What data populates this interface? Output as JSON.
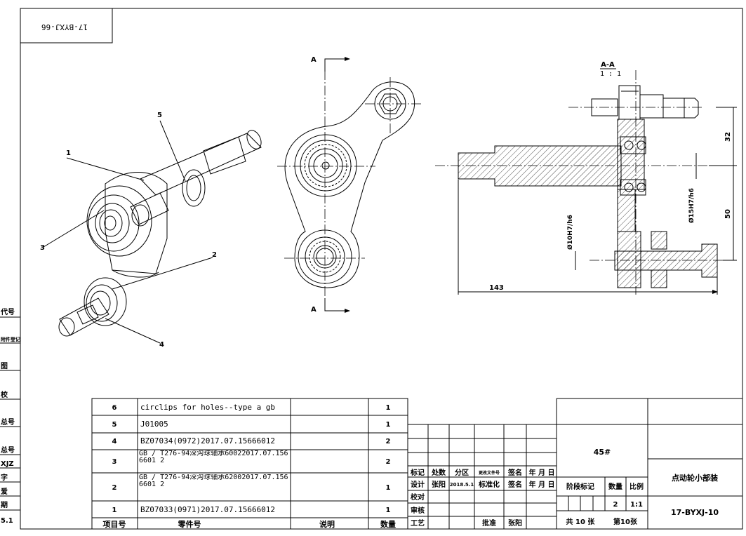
{
  "drawing": {
    "rotated_code": "17-BYXJ-66",
    "section_marker": "A",
    "section_title": "A-A",
    "section_scale": "1 : 1",
    "callouts": [
      "1",
      "2",
      "3",
      "4",
      "5"
    ],
    "dimensions": {
      "d32": "32",
      "d50": "50",
      "d143": "143",
      "fit_small": "Ø10H7/h6",
      "fit_large": "Ø15H7/h6"
    },
    "left_margin_labels": [
      "代号",
      "附件登记",
      "图",
      "校",
      "总号",
      "总号",
      "XJZ",
      "字",
      "爱",
      "期",
      "5.1"
    ]
  },
  "bom": {
    "headers": [
      "项目号",
      "零件号",
      "说明",
      "数量"
    ],
    "rows": [
      {
        "no": "6",
        "part": "circlips for holes--type a gb",
        "desc": "",
        "qty": "1"
      },
      {
        "no": "5",
        "part": "J01005",
        "desc": "",
        "qty": "1"
      },
      {
        "no": "4",
        "part": "BZ07034(0972)2017.07.15666012",
        "desc": "",
        "qty": "2"
      },
      {
        "no": "3",
        "part": "GB / T276-94深沟球轴承60022017.07.1566601 2",
        "desc": "",
        "qty": "2"
      },
      {
        "no": "2",
        "part": "GB / T276-94深沟球轴承62002017.07.1566601 2",
        "desc": "",
        "qty": "1"
      },
      {
        "no": "1",
        "part": "BZ07033(0971)2017.07.15666012",
        "desc": "",
        "qty": "1"
      }
    ]
  },
  "title_block": {
    "material": "45#",
    "drawing_name": "点动轮小部装",
    "drawing_number": "17-BYXJ-10",
    "rev_headers": [
      "标记",
      "处数",
      "分区",
      "更改文件号",
      "签名",
      "年 月 日"
    ],
    "row_design": [
      "设计",
      "张阳",
      "2018.5.1",
      "标准化",
      "签名",
      "年 月 日"
    ],
    "row_check": "校对",
    "row_review": "审核",
    "row_process": [
      "工艺",
      "批准",
      "张阳"
    ],
    "stage_label": "阶段标记",
    "qty_label": "数量",
    "scale_label": "比例",
    "qty_value": "2",
    "scale_value": "1:1",
    "sheets_total": "共 10 张",
    "sheet_no": "第10张"
  }
}
